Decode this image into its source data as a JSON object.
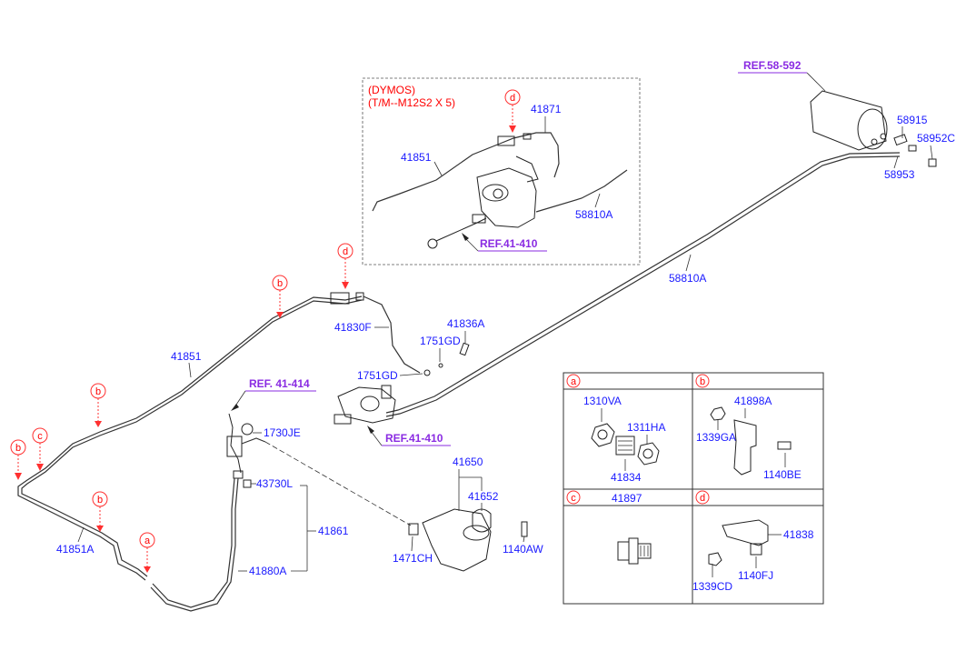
{
  "variant": {
    "maker": "(DYMOS)",
    "transmission": "(T/M--M12S2 X 5)"
  },
  "refs": {
    "r1": "REF.58-592",
    "r2": "REF.41-410",
    "r3": "REF. 41-414",
    "r4": "REF.41-410"
  },
  "parts": {
    "p41871": "41871",
    "p41851_inset": "41851",
    "p58810A_inset": "58810A",
    "p58915": "58915",
    "p58952C": "58952C",
    "p58953": "58953",
    "p58810A": "58810A",
    "p41851": "41851",
    "p41830F": "41830F",
    "p41836A": "41836A",
    "p1751GD_a": "1751GD",
    "p1751GD_b": "1751GD",
    "p1730JE": "1730JE",
    "p43730L": "43730L",
    "p41861": "41861",
    "p41880A": "41880A",
    "p41851A": "41851A",
    "p41650": "41650",
    "p41652": "41652",
    "p1471CH": "1471CH",
    "p1140AW": "1140AW"
  },
  "table": {
    "a": {
      "letter": "a",
      "p1": "1310VA",
      "p2": "1311HA",
      "p3": "41834"
    },
    "b": {
      "letter": "b",
      "p1": "41898A",
      "p2": "1339GA",
      "p3": "1140BE"
    },
    "c": {
      "letter": "c",
      "p1": "41897"
    },
    "d": {
      "letter": "d",
      "p1": "41838",
      "p2": "1339CD",
      "p3": "1140FJ"
    }
  },
  "markers": {
    "d": "d",
    "b": "b",
    "c": "c",
    "a": "a"
  }
}
